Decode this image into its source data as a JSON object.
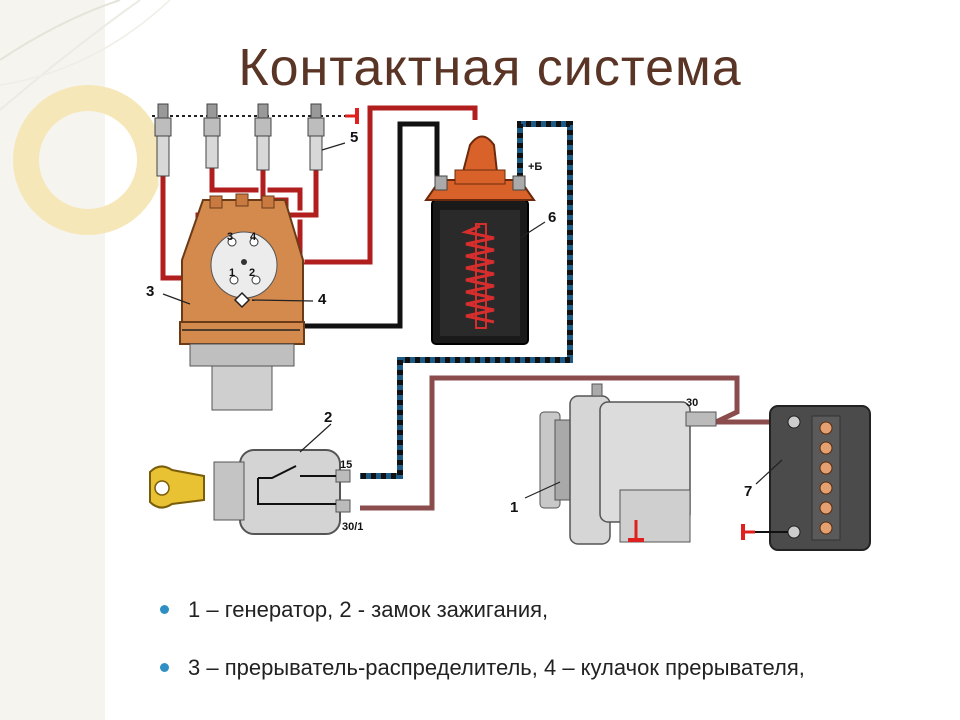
{
  "title": "Контактная система",
  "bullets": [
    "1 – генератор,  2 -  замок зажигания,",
    "3 – прерыватель-распределитель, 4 – кулачок прерывателя,"
  ],
  "callouts": {
    "n1": "1",
    "n2": "2",
    "n3": "3",
    "n4": "4",
    "n5": "5",
    "n6": "6",
    "n7": "7",
    "dist_1": "1",
    "dist_2": "2",
    "dist_3": "3",
    "dist_4": "4"
  },
  "terminals": {
    "coil_plus": "+Б",
    "switch_15": "15",
    "switch_30_1": "30/1",
    "gen_30": "30"
  },
  "colors": {
    "hv_wire": "#b01e1e",
    "lv_wire": "#111111",
    "switch_wire": "#1d5a86",
    "gen_wire": "#8a4c4c",
    "distributor": "#d4894d",
    "coil_top": "#d9622a",
    "title": "#5a3526",
    "bullet": "#2f8fc4",
    "ground": "#e0201e"
  }
}
